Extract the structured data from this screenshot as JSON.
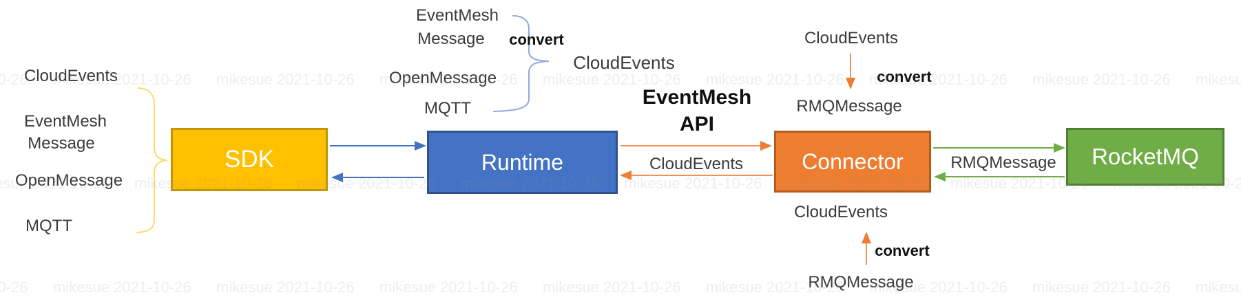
{
  "watermark": {
    "text": "mikesue 2021-10-26"
  },
  "colors": {
    "sdk_fill": "#FFC000",
    "sdk_border": "#C49500",
    "runtime_fill": "#4472C4",
    "runtime_border": "#2F528F",
    "connector_fill": "#ED7D31",
    "connector_border": "#B55B1E",
    "rocketmq_fill": "#70AD47",
    "rocketmq_border": "#507E32",
    "blue_arrow": "#4472C4",
    "orange_arrow": "#EF9257",
    "orange_arrow_head": "#ED7D31",
    "green_arrow": "#70AD47",
    "yellow_brace": "#FFD966",
    "blue_brace": "#8FAADC",
    "label_text": "#3B3B3B",
    "bold_text": "#111111"
  },
  "boxes": {
    "sdk": {
      "label": "SDK"
    },
    "runtime": {
      "label": "Runtime"
    },
    "connector": {
      "label": "Connector"
    },
    "rocketmq": {
      "label": "RocketMQ"
    }
  },
  "sdk_protocols": {
    "cloudevents": "CloudEvents",
    "eventmesh": "EventMesh",
    "eventmesh_message": "Message",
    "openmessage": "OpenMessage",
    "mqtt": "MQTT"
  },
  "runtime_protocols": {
    "eventmesh": "EventMesh",
    "eventmesh_message": "Message",
    "openmessage": "OpenMessage",
    "mqtt": "MQTT",
    "convert_label": "convert",
    "converted_to": "CloudEvents"
  },
  "runtime_connector_link": {
    "api_line1": "EventMesh",
    "api_line2": "API",
    "payload": "CloudEvents"
  },
  "connector_inbound_convert": {
    "from": "CloudEvents",
    "convert_label": "convert",
    "to": "RMQMessage"
  },
  "connector_outbound_convert": {
    "from": "RMQMessage",
    "convert_label": "convert",
    "to": "CloudEvents"
  },
  "connector_rocketmq_link": {
    "payload": "RMQMessage"
  }
}
